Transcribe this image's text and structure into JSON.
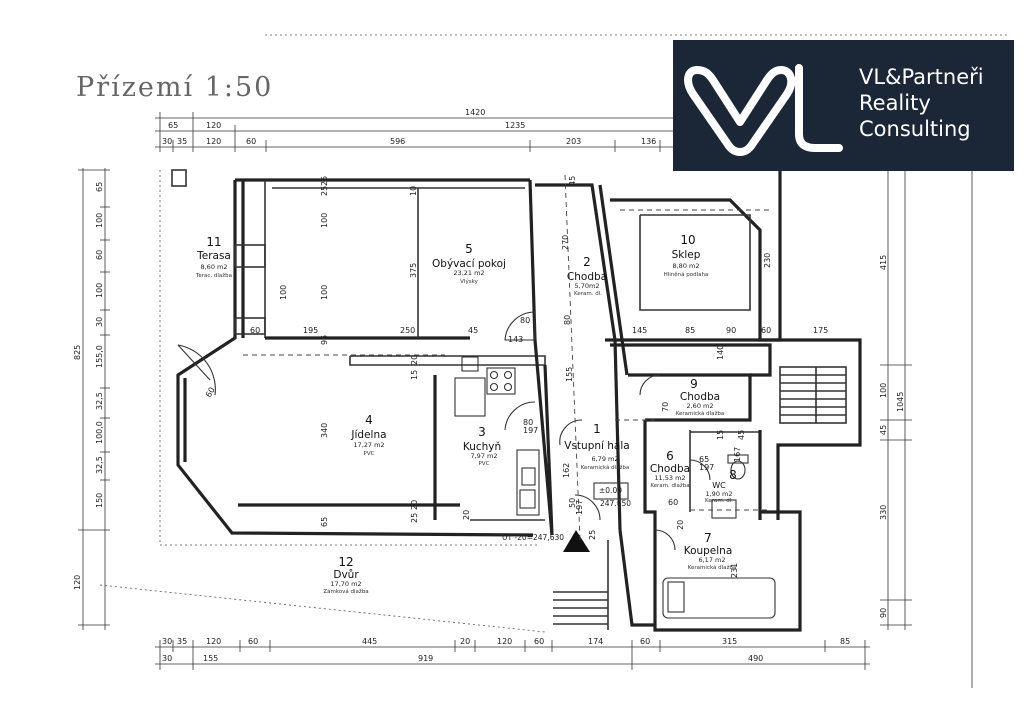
{
  "title": "Přízemí 1:50",
  "logo": {
    "mark": "VL",
    "lines": [
      "VL&Partneři",
      "Reality",
      "Consulting"
    ],
    "colors": {
      "background": "#1b2637",
      "foreground": "#ffffff"
    }
  },
  "rooms": [
    {
      "num": "1",
      "name": "Vstupní hala",
      "area": "6,79 m2",
      "floor": "Keramická dlažba"
    },
    {
      "num": "2",
      "name": "Chodba",
      "area": "5,70m2",
      "floor": "Keram. dl."
    },
    {
      "num": "3",
      "name": "Kuchyň",
      "area": "7,97 m2",
      "floor": "PVC"
    },
    {
      "num": "4",
      "name": "Jídelna",
      "area": "17,27 m2",
      "floor": "PVC"
    },
    {
      "num": "5",
      "name": "Obývací pokoj",
      "area": "23,21 m2",
      "floor": "Vlýsky"
    },
    {
      "num": "6",
      "name": "Chodba",
      "area": "11,53 m2",
      "floor": "Keram. dlažba"
    },
    {
      "num": "7",
      "name": "Koupelna",
      "area": "6,17 m2",
      "floor": "Keramická dlažba"
    },
    {
      "num": "8",
      "name": "WC",
      "area": "1,90 m2",
      "floor": "Keram. dl."
    },
    {
      "num": "9",
      "name": "Chodba",
      "area": "2,60 m2",
      "floor": "Keramická dlažba"
    },
    {
      "num": "10",
      "name": "Sklep",
      "area": "8,80 m2",
      "floor": "Hliněná podlaha"
    },
    {
      "num": "11",
      "name": "Terasa",
      "area": "8,60 m2",
      "floor": "Terac. dlažba"
    },
    {
      "num": "12",
      "name": "Dvůr",
      "area": "17,70 m2",
      "floor": "Zámková dlažba"
    }
  ],
  "levels": {
    "floor_mark": "±0.00",
    "floor_height": "247.650",
    "ut_label": "UT -20=247,630"
  },
  "dimensions": {
    "top_row1": [
      "1420"
    ],
    "top_row2": [
      "65",
      "120",
      "1235"
    ],
    "top_row3": [
      "30",
      "35",
      "120",
      "60",
      "596",
      "203",
      "136"
    ],
    "left_col1": [
      "825"
    ],
    "left_col2": [
      "65",
      "100",
      "60",
      "100",
      "30",
      "155,0",
      "32,5",
      "100,0",
      "32,5",
      "150",
      "120"
    ],
    "bottom_row1": [
      "30",
      "35",
      "120",
      "60",
      "445",
      "20",
      "120",
      "60",
      "174",
      "60",
      "315",
      "85"
    ],
    "bottom_row2": [
      "30",
      "155",
      "919",
      "490"
    ],
    "right_col": [
      "415",
      "100",
      "1045",
      "45",
      "330",
      "90"
    ],
    "internal": [
      "25",
      "10",
      "25",
      "375",
      "100",
      "100",
      "100",
      "60",
      "195",
      "250",
      "45",
      "143",
      "80",
      "80",
      "270",
      "145",
      "85",
      "90",
      "60",
      "175",
      "45",
      "230",
      "95",
      "15",
      "340",
      "20",
      "155",
      "80",
      "197",
      "65",
      "25",
      "20",
      "20",
      "70",
      "140",
      "15",
      "45",
      "167",
      "197",
      "65",
      "231",
      "50",
      "197",
      "162",
      "60",
      "20",
      "60",
      "25"
    ]
  }
}
